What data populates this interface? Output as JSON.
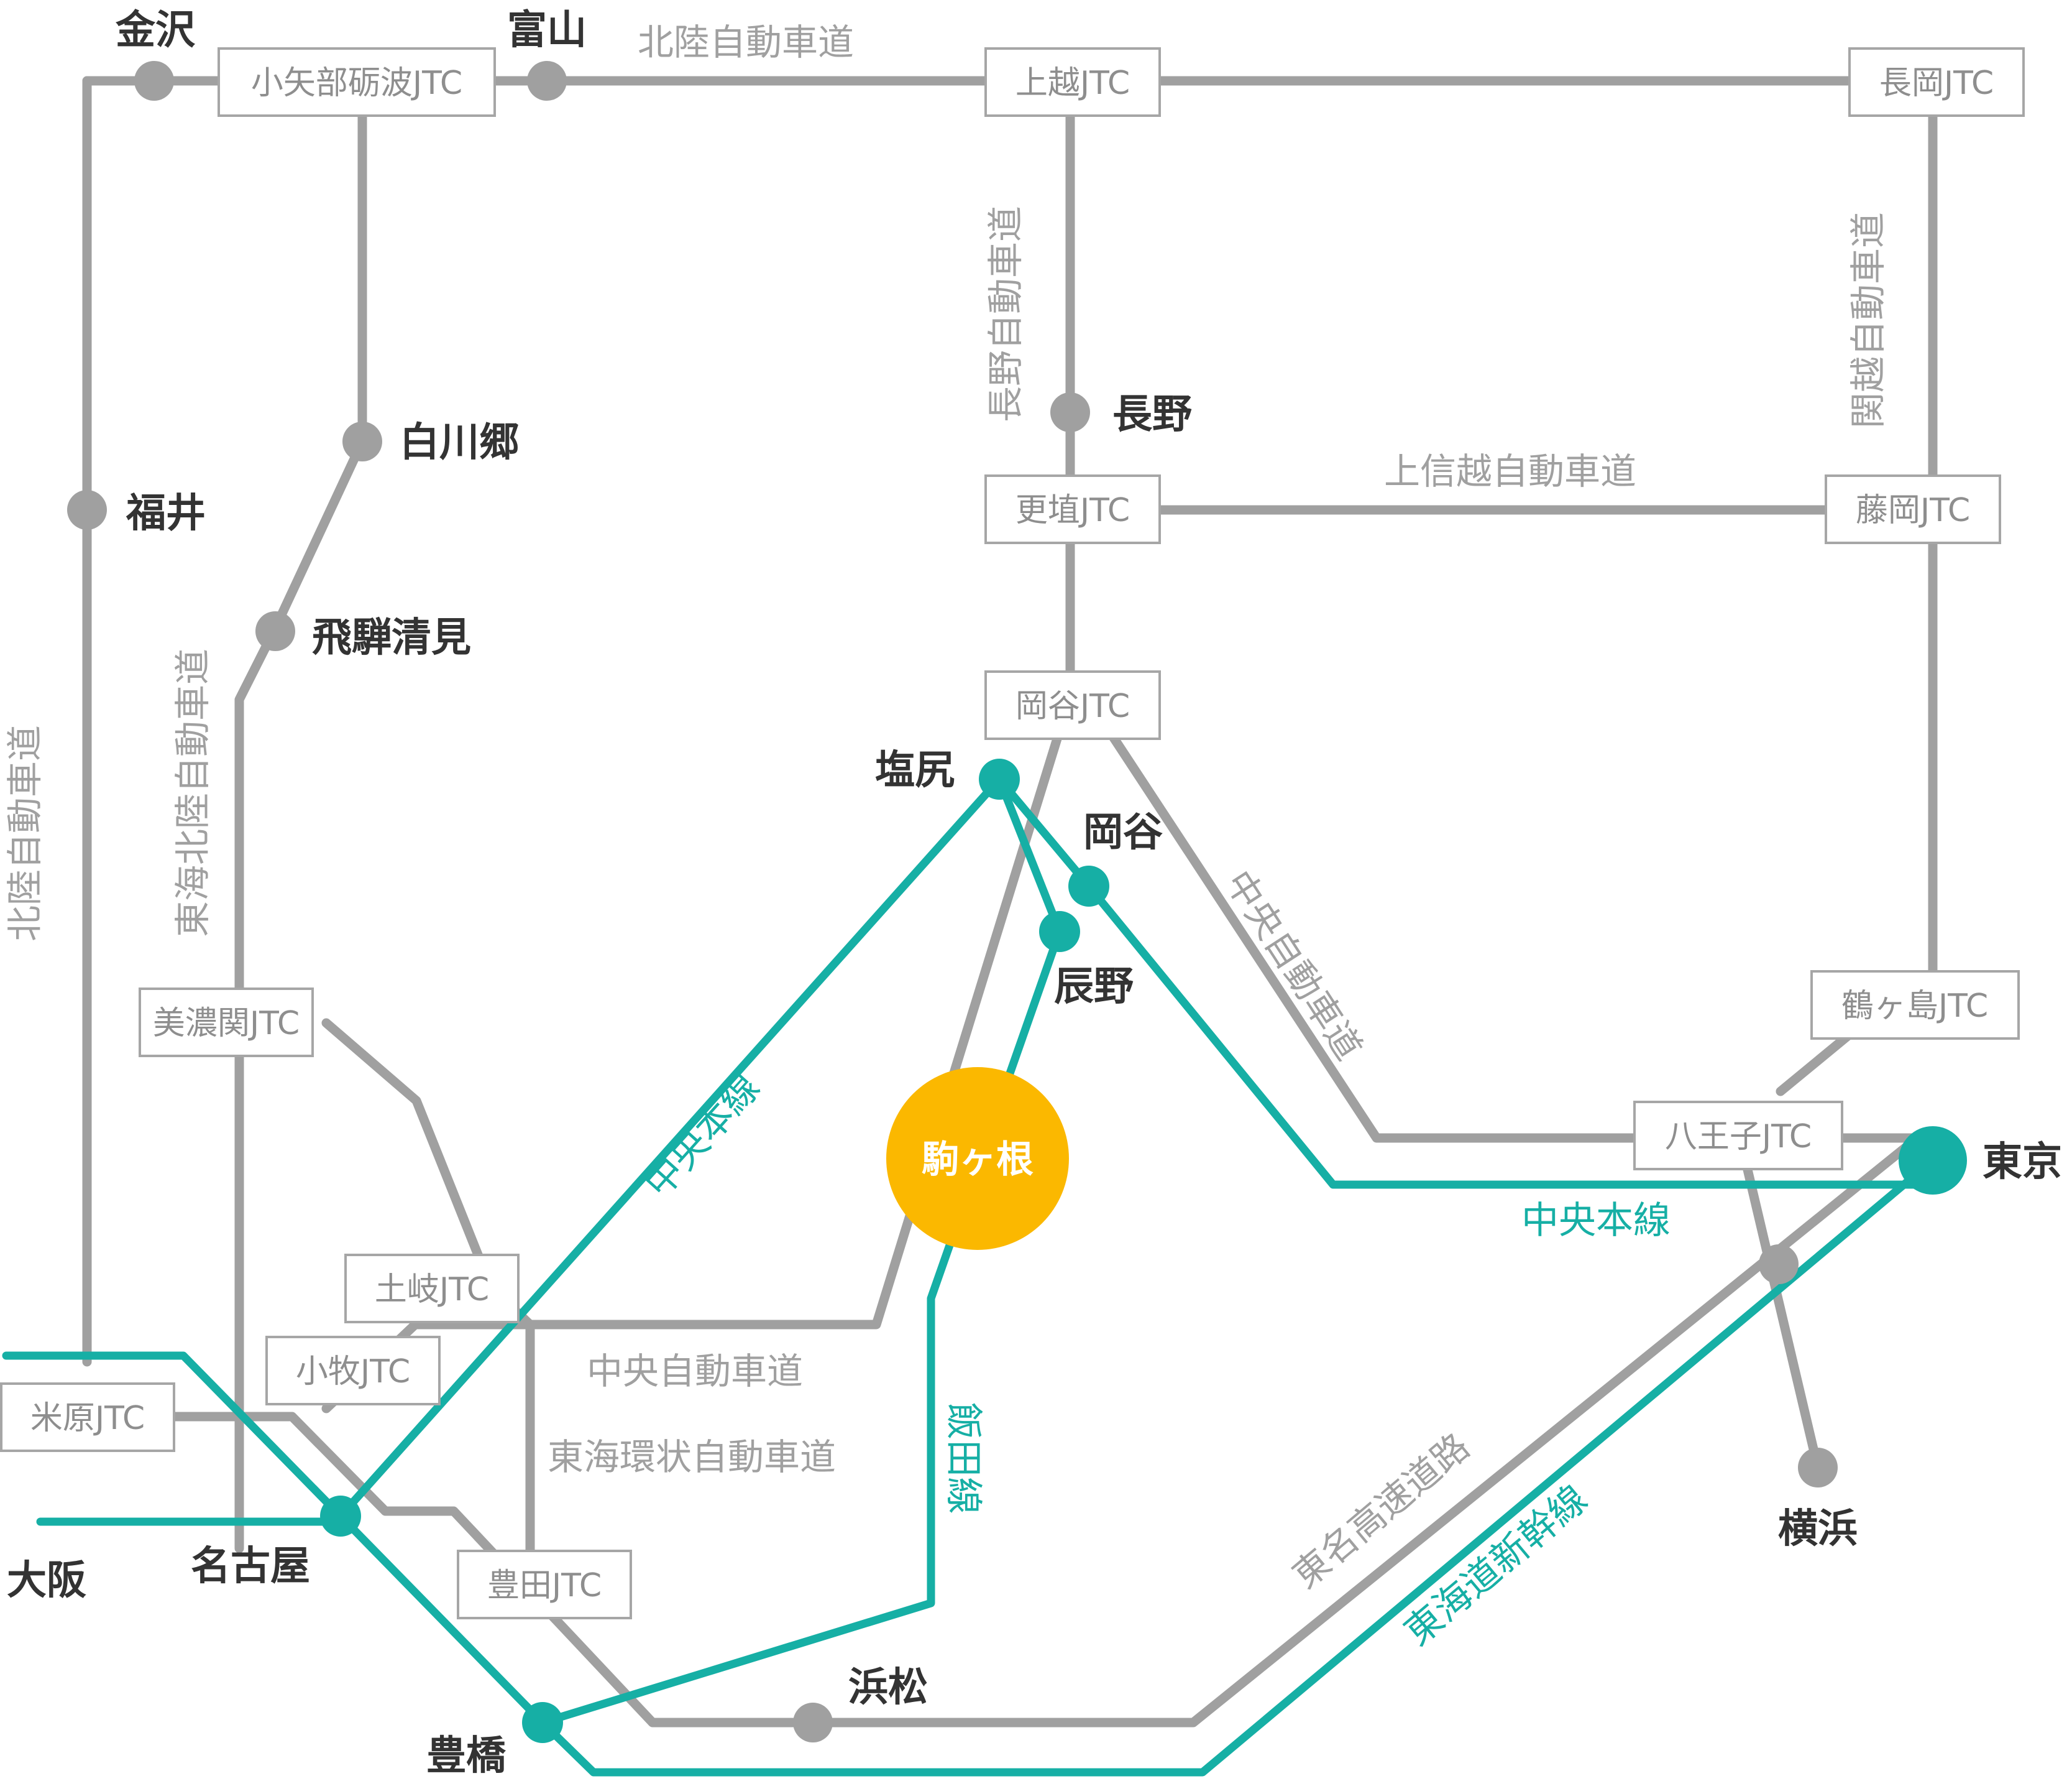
{
  "map": {
    "focus_station": "駒ヶ根",
    "colors": {
      "road": "#a0a0a0",
      "rail": "#16afa5",
      "focus": "#fbb800",
      "city_text": "#333333"
    },
    "junctions": {
      "oyabe_tonami": "小矢部砺波JTC",
      "joetsu": "上越JTC",
      "nagaoka": "長岡JTC",
      "koshoku": "更埴JTC",
      "fujioka": "藤岡JTC",
      "okaya": "岡谷JTC",
      "minoseki": "美濃関JTC",
      "tsurugashima": "鶴ヶ島JTC",
      "hachioji": "八王子JTC",
      "toki": "土岐JTC",
      "komaki": "小牧JTC",
      "maibara": "米原JTC",
      "toyota": "豊田JTC"
    },
    "cities": {
      "kanazawa": "金沢",
      "toyama": "富山",
      "shirakawago": "白川郷",
      "fukui": "福井",
      "hida_kiyomi": "飛騨清見",
      "nagano": "長野",
      "shiojiri": "塩尻",
      "okaya": "岡谷",
      "tatsuno": "辰野",
      "tokyo": "東京",
      "yokohama": "横浜",
      "nagoya": "名古屋",
      "osaka": "大阪",
      "hamamatsu": "浜松",
      "toyohashi": "豊橋"
    },
    "roads": {
      "hokuriku_top": "北陸自動車道",
      "hokuriku_left": "北陸自動車道",
      "nagano": "長野自動車道",
      "kanetsu": "関越自動車道",
      "joshinetsu": "上信越自動車道",
      "tokai_hokuriku": "東海北陸自動車道",
      "chuo_diag": "中央自動車道",
      "chuo_lower": "中央自動車道",
      "tokai_kanjo": "東海環状自動車道",
      "tomei": "東名高速道路"
    },
    "rails": {
      "chuo_left": "中央本線",
      "chuo_right": "中央本線",
      "iida": "飯田線",
      "shinkansen": "東海道新幹線"
    }
  }
}
